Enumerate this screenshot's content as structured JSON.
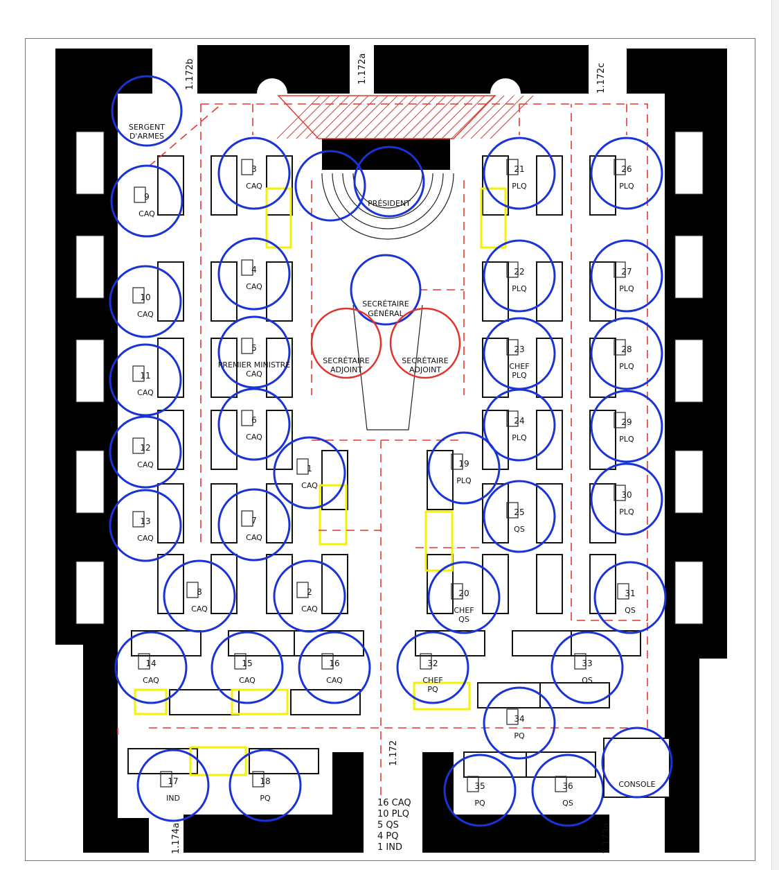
{
  "room_labels": {
    "door_b": "1.172b",
    "door_a": "1.172a",
    "door_c": "1.172c",
    "main_door": "1.172",
    "door_174a": "1.174a",
    "door_173a": "1.173a"
  },
  "special": {
    "sergent_line1": "SERGENT",
    "sergent_line2": "D'ARMES",
    "president": "PRÉSIDENT",
    "secretaire_general_line1": "SECRÉTAIRE",
    "secretaire_general_line2": "GÉNÉRAL",
    "adjoint_line1": "SECRÉTAIRE",
    "adjoint_line2": "ADJOINT",
    "console": "CONSOLE"
  },
  "seats": [
    {
      "number": "9",
      "label": "CAQ"
    },
    {
      "number": "10",
      "label": "CAQ"
    },
    {
      "number": "11",
      "label": "CAQ"
    },
    {
      "number": "12",
      "label": "CAQ"
    },
    {
      "number": "13",
      "label": "CAQ"
    },
    {
      "number": "8",
      "label": "CAQ"
    },
    {
      "number": "3",
      "label": "CAQ"
    },
    {
      "number": "4",
      "label": "CAQ"
    },
    {
      "number": "5",
      "label": "PREMIER MINISTRE",
      "label2": "CAQ"
    },
    {
      "number": "6",
      "label": "CAQ"
    },
    {
      "number": "7",
      "label": "CAQ"
    },
    {
      "number": "2",
      "label": "CAQ"
    },
    {
      "number": "1",
      "label": "CAQ"
    },
    {
      "number": "21",
      "label": "PLQ"
    },
    {
      "number": "22",
      "label": "PLQ"
    },
    {
      "number": "23",
      "label": "CHEF",
      "label2": "PLQ"
    },
    {
      "number": "24",
      "label": "PLQ"
    },
    {
      "number": "19",
      "label": "PLQ"
    },
    {
      "number": "25",
      "label": "QS"
    },
    {
      "number": "20",
      "label": "CHEF",
      "label2": "QS"
    },
    {
      "number": "26",
      "label": "PLQ"
    },
    {
      "number": "27",
      "label": "PLQ"
    },
    {
      "number": "28",
      "label": "PLQ"
    },
    {
      "number": "29",
      "label": "PLQ"
    },
    {
      "number": "30",
      "label": "PLQ"
    },
    {
      "number": "31",
      "label": "QS"
    },
    {
      "number": "14",
      "label": "CAQ"
    },
    {
      "number": "15",
      "label": "CAQ"
    },
    {
      "number": "16",
      "label": "CAQ"
    },
    {
      "number": "32",
      "label": "CHEF",
      "label2": "PQ"
    },
    {
      "number": "33",
      "label": "QS"
    },
    {
      "number": "34",
      "label": "PQ"
    },
    {
      "number": "17",
      "label": "IND"
    },
    {
      "number": "18",
      "label": "PQ"
    },
    {
      "number": "35",
      "label": "PQ"
    },
    {
      "number": "36",
      "label": "QS"
    }
  ],
  "summary": [
    "16  CAQ",
    "10  PLQ",
    "5  QS",
    "4  PQ",
    "1  IND"
  ],
  "colors": {
    "seat_circle": "#1a33d6",
    "staff_circle": "#e0332b",
    "route": "#e8372e",
    "highlight": "#f5f200",
    "wall": "#000000"
  }
}
